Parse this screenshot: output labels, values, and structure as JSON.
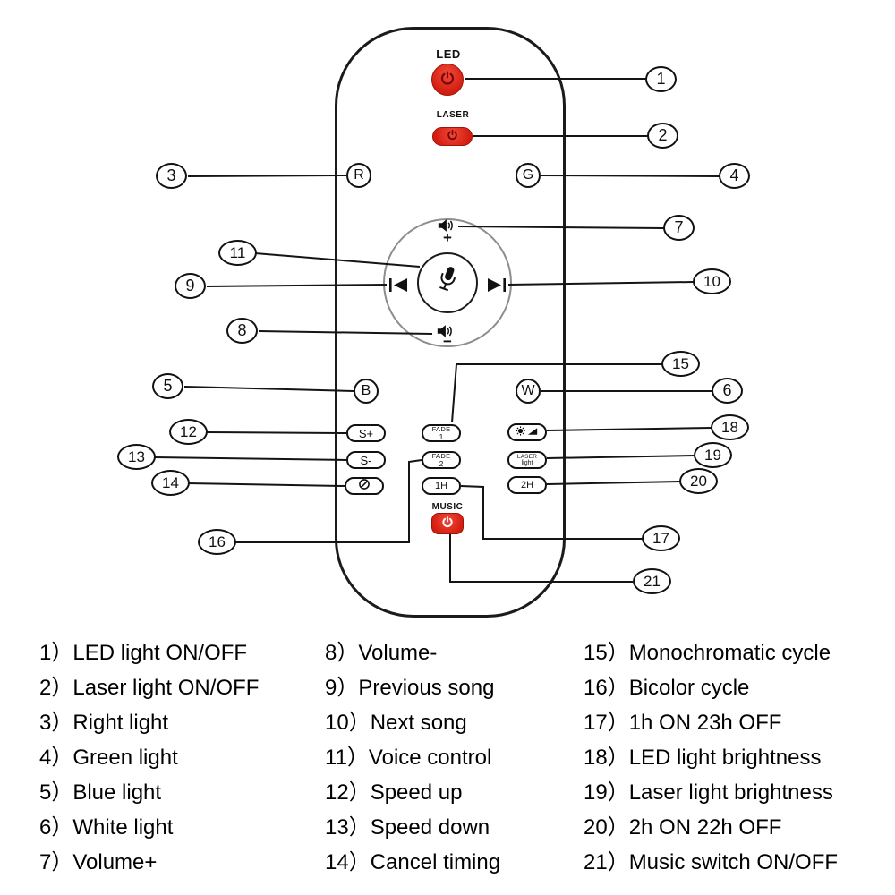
{
  "figure": {
    "type": "remote-control-instruction-diagram"
  },
  "colors": {
    "button_red": "#e2281c",
    "outline_black": "#111111"
  },
  "remote": {
    "led_label": "LED",
    "laser_label": "LASER",
    "music_label": "MUSIC",
    "r": "R",
    "g": "G",
    "b": "B",
    "w": "W",
    "s_plus": "S+",
    "s_minus": "S-",
    "fade1_top": "FADE",
    "fade1_num": "1",
    "fade2_top": "FADE",
    "fade2_num": "2",
    "one_h": "1H",
    "two_h": "2H",
    "laser_light_top": "LASER",
    "laser_light_bottom": "light",
    "vol_plus": "+",
    "vol_minus": "−"
  },
  "callouts": [
    "1",
    "2",
    "3",
    "4",
    "5",
    "6",
    "7",
    "8",
    "9",
    "10",
    "11",
    "12",
    "13",
    "14",
    "15",
    "16",
    "17",
    "18",
    "19",
    "20",
    "21"
  ],
  "legend": {
    "col1": [
      "1）LED light ON/OFF",
      "2）Laser light ON/OFF",
      "3）Right light",
      "4）Green light",
      "5）Blue light",
      "6）White light",
      "7）Volume+"
    ],
    "col2": [
      "8）Volume-",
      "9）Previous song",
      "10）Next song",
      "11）Voice control",
      "12）Speed up",
      "13）Speed down",
      "14）Cancel timing"
    ],
    "col3": [
      "15）Monochromatic cycle",
      "16）Bicolor cycle",
      "17）1h ON 23h OFF",
      "18）LED light brightness",
      "19）Laser light brightness",
      "20）2h ON 22h OFF",
      "21）Music switch ON/OFF"
    ]
  }
}
